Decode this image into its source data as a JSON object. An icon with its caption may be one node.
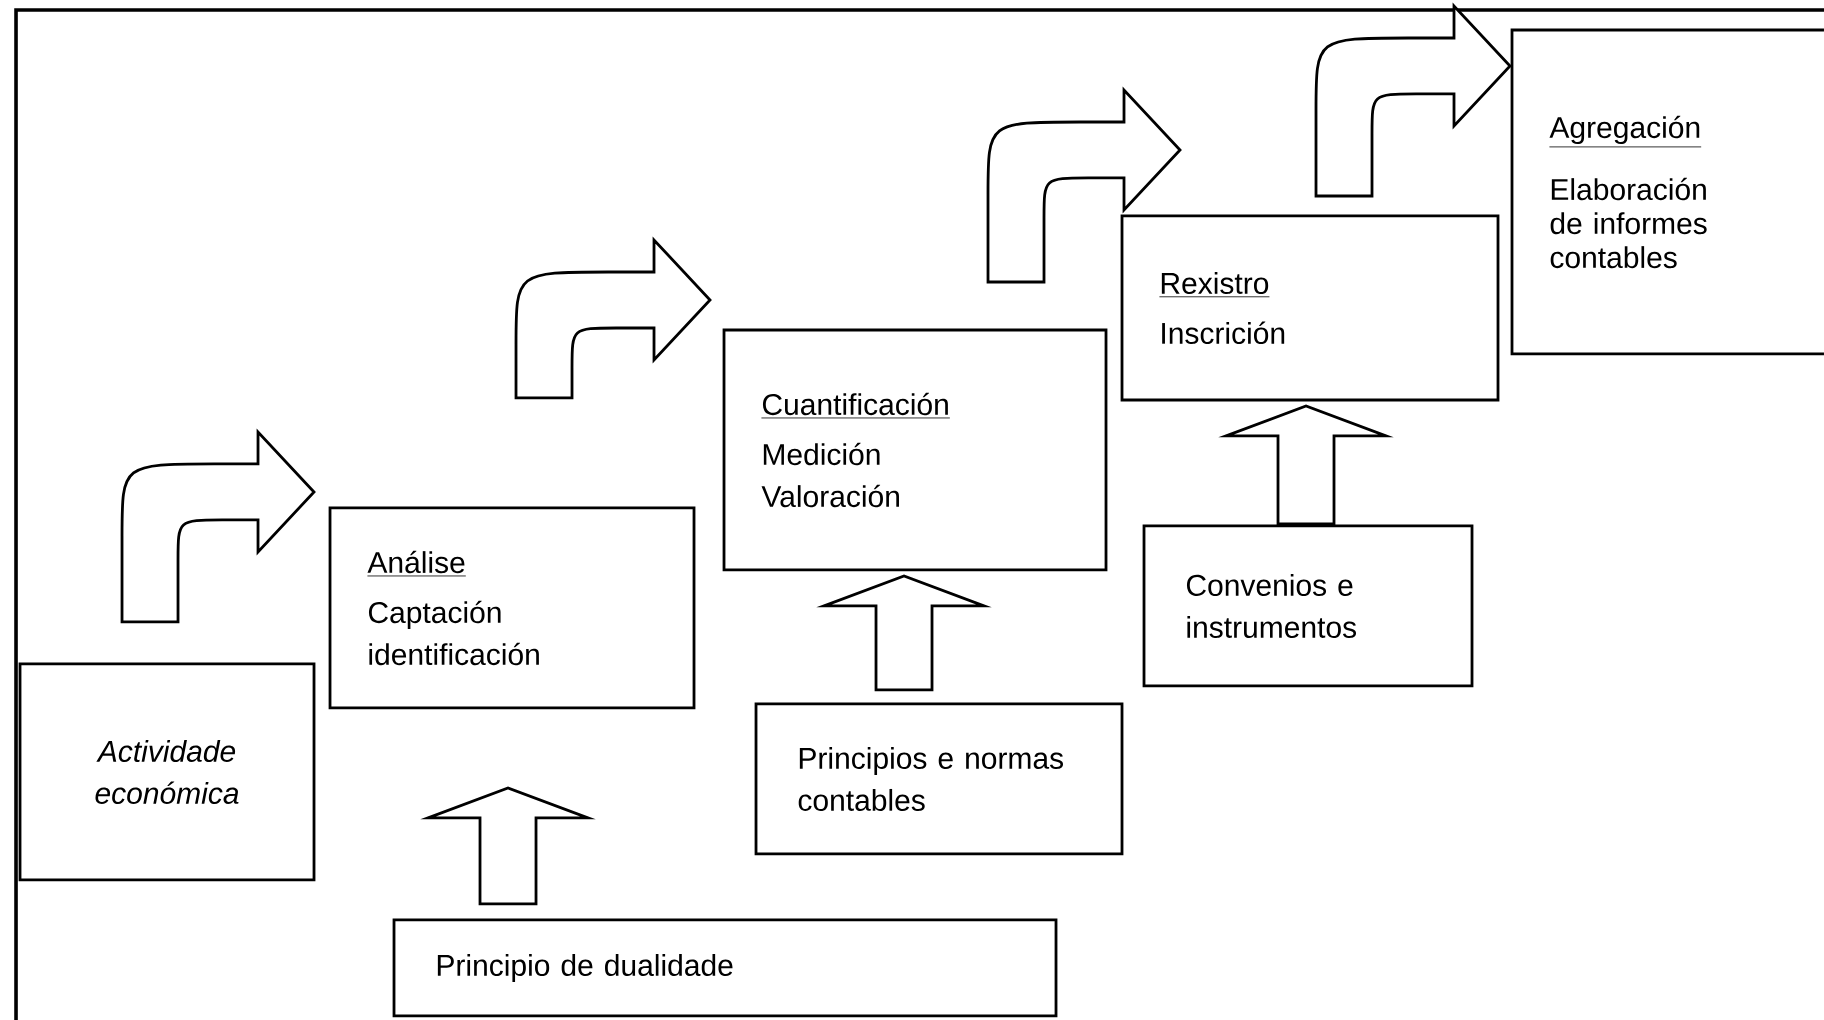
{
  "diagram": {
    "nodes": [
      {
        "text": [
          "Actividade económica"
        ]
      },
      {
        "text": [
          "Análise",
          "Captación identificación"
        ]
      },
      {
        "text": [
          "Cuantificación",
          "Medición Valoración"
        ]
      },
      {
        "text": [
          "Rexistro",
          "Inscrición"
        ]
      },
      {
        "text": [
          "Agregación",
          "Elaboración de informes contables"
        ]
      },
      {
        "text": [
          "Principio de dualidade"
        ]
      },
      {
        "text": [
          "Principios e normas contables"
        ]
      },
      {
        "text": [
          "Convenios e instrumentos"
        ]
      }
    ],
    "edges": [
      {
        "from": 0,
        "to": 1,
        "arrow": "to"
      },
      {
        "from": 1,
        "to": 2,
        "arrow": "to"
      },
      {
        "from": 2,
        "to": 3,
        "arrow": "to"
      },
      {
        "from": 3,
        "to": 4,
        "arrow": "to"
      },
      {
        "from": 5,
        "to": 1,
        "arrow": "to"
      },
      {
        "from": 6,
        "to": 2,
        "arrow": "to"
      },
      {
        "from": 7,
        "to": 3,
        "arrow": "to"
      }
    ]
  }
}
